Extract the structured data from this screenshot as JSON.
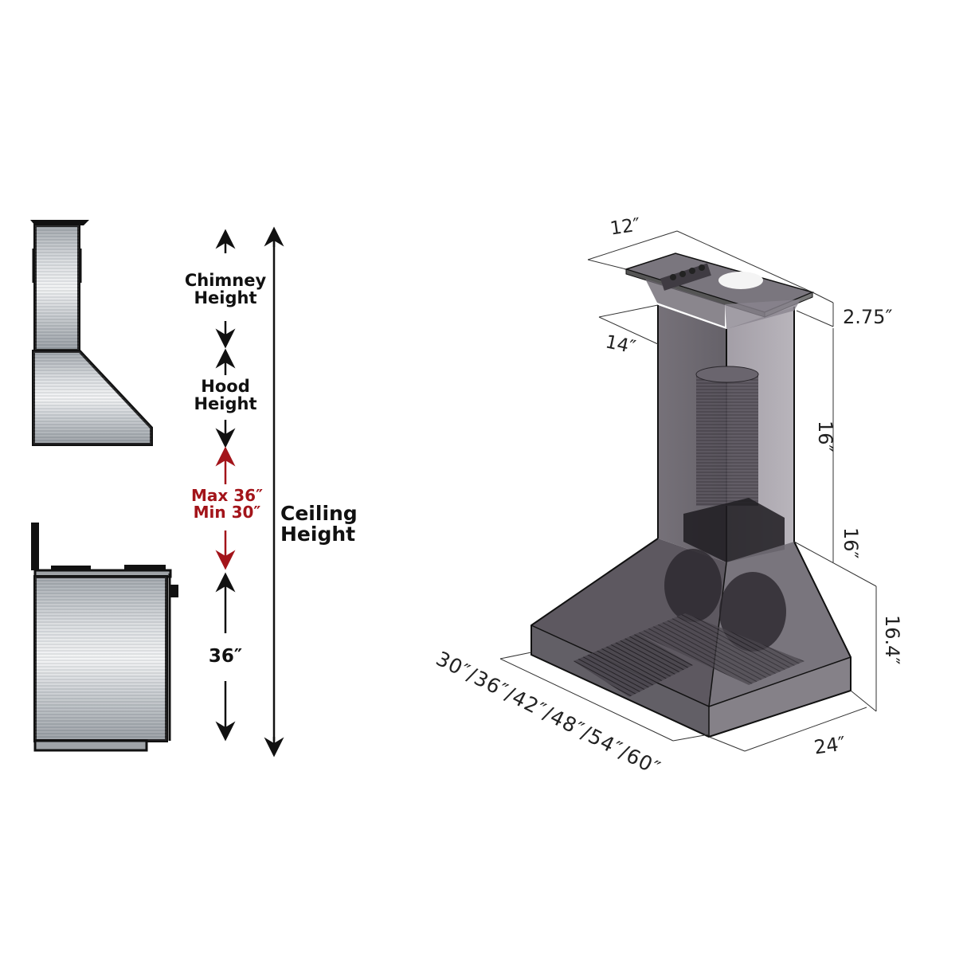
{
  "left_diagram": {
    "chimney_label": [
      "Chimney",
      "Height"
    ],
    "hood_label": [
      "Hood",
      "Height"
    ],
    "clearance_max": "Max 36″",
    "clearance_min": "Min 30″",
    "counter_height": "36″",
    "ceiling_label": [
      "Ceiling",
      "Height"
    ],
    "clearance_color": "#a3141a"
  },
  "right_diagram": {
    "chimney_top_width": "12″",
    "chimney_depth": "14″",
    "crown_height": "2.75″",
    "chimney_upper": "16″",
    "chimney_lower": "16″",
    "hood_height": "16.4″",
    "hood_depth": "24″",
    "hood_widths": "30″/36″/42″/48″/54″/60″"
  }
}
